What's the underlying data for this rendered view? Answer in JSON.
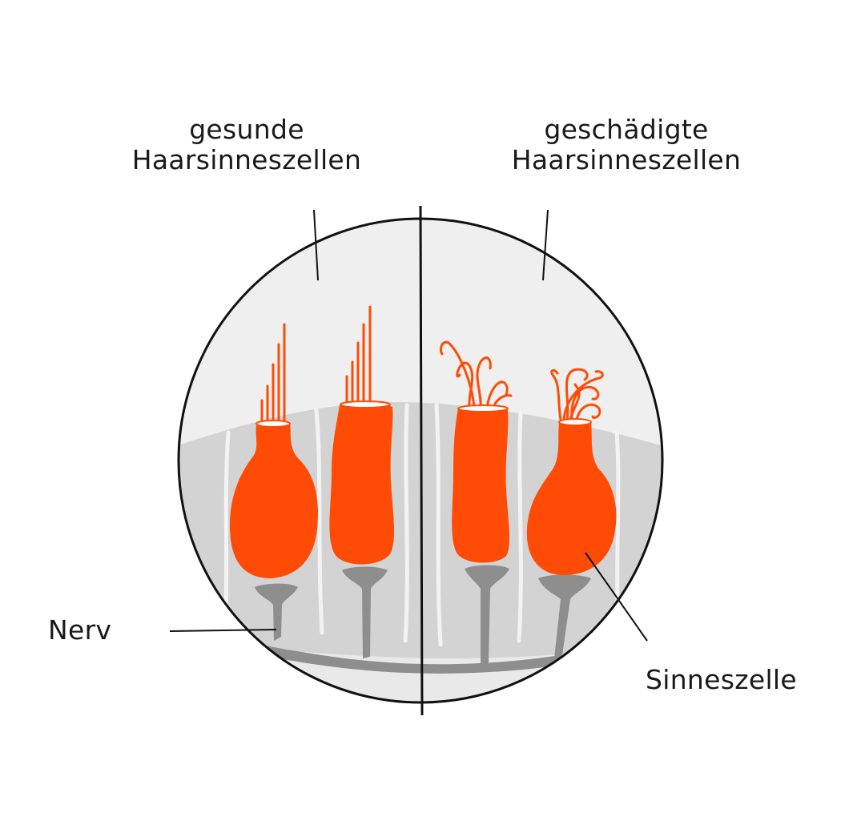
{
  "labels": {
    "healthy_line1": "gesunde",
    "healthy_line2": "Haarsinneszellen",
    "damaged_line1": "geschädigte",
    "damaged_line2": "Haarsinneszellen",
    "nerve": "Nerv",
    "sensory_cell": "Sinneszelle"
  },
  "colors": {
    "cell": "#ff4b05",
    "tissue": "#d4d4d4",
    "tissue_light": "#ececec",
    "nerve": "#8c8c8c",
    "circle_bg": "#efefef",
    "outline": "#111111"
  }
}
